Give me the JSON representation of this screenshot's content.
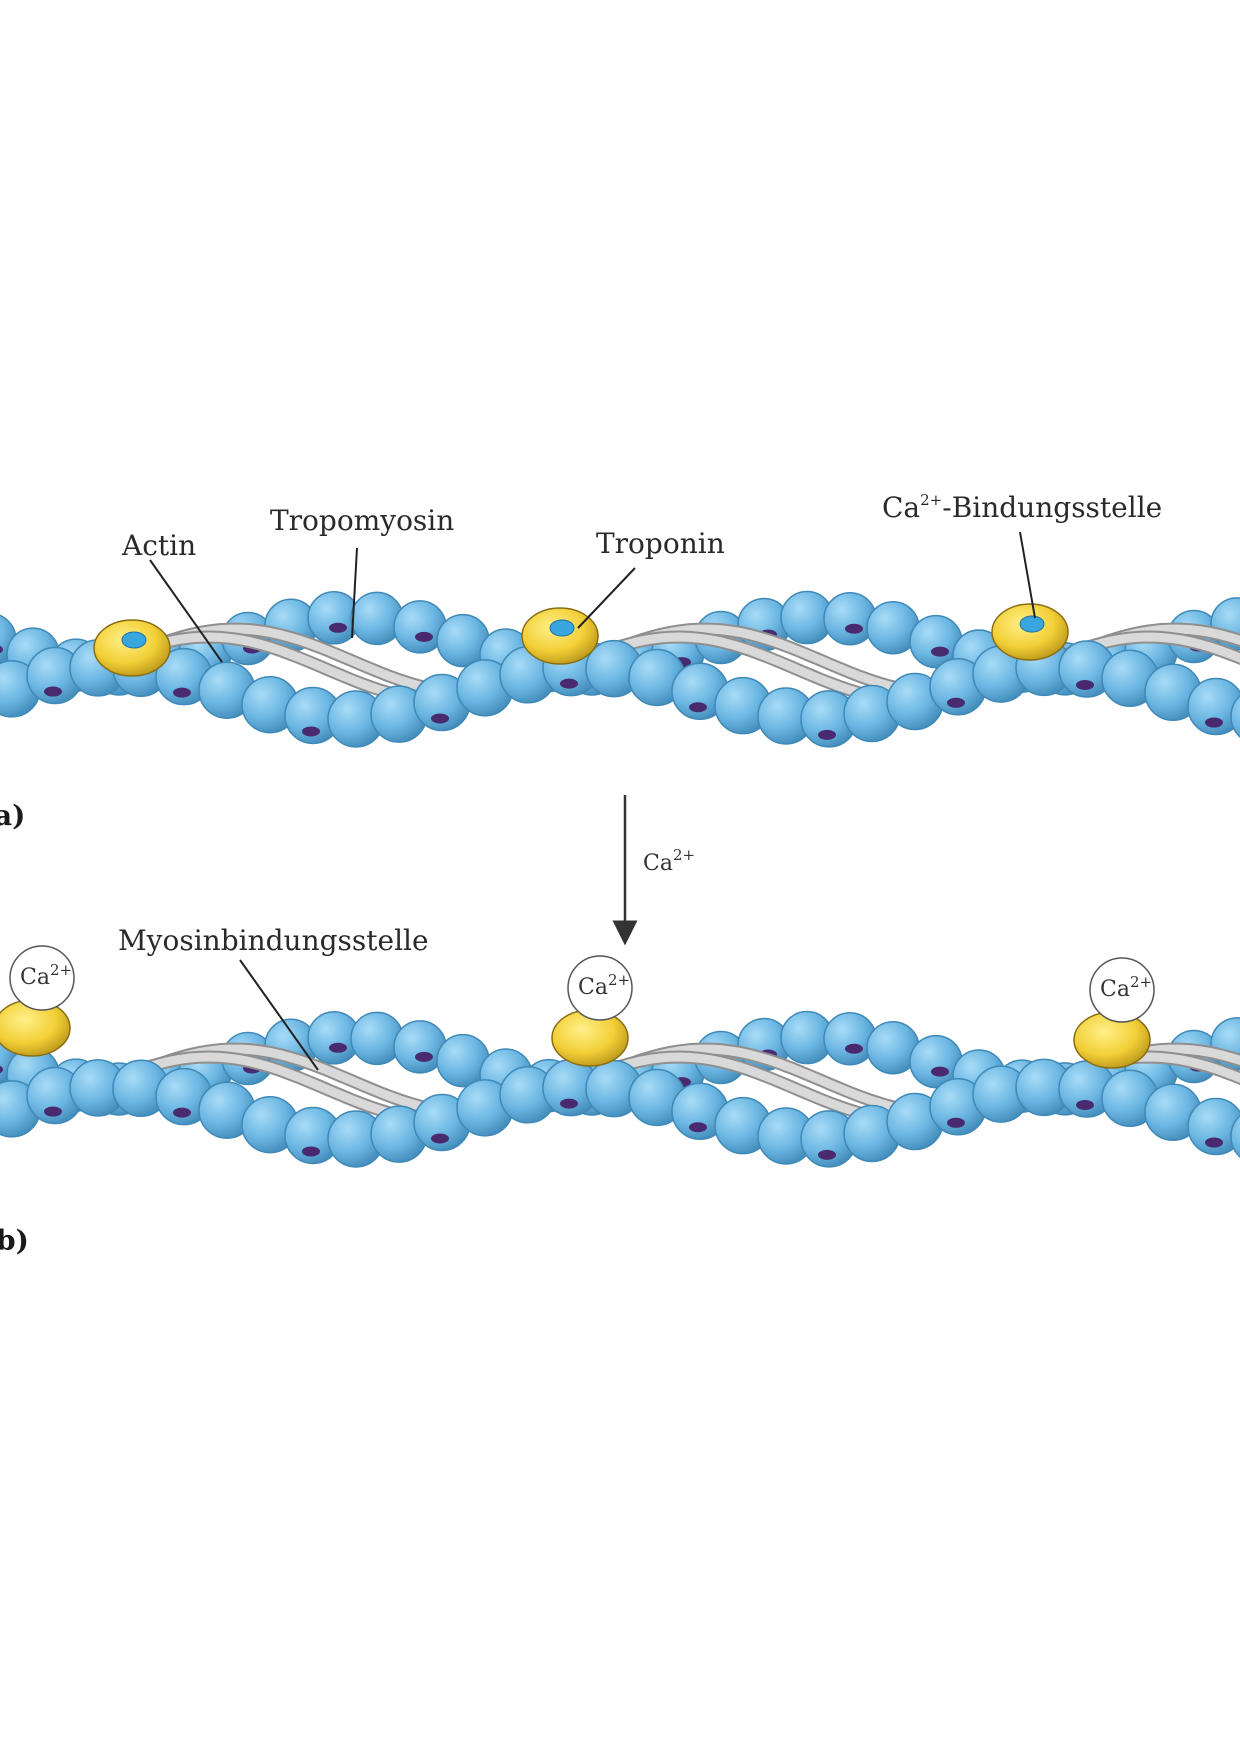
{
  "labels": {
    "actin": "Actin",
    "tropomyosin": "Tropomyosin",
    "troponin": "Troponin",
    "ca_binding_base": "Ca",
    "ca_binding_sup": "2+",
    "ca_binding_rest": "-Bindungsstelle",
    "myosin_binding": "Myosinbindungsstelle"
  },
  "panels": {
    "a": "a)",
    "b": "b)"
  },
  "arrow": {
    "ion_base": "Ca",
    "ion_sup": "2+"
  },
  "ion_ball": {
    "base": "Ca",
    "sup": "2+"
  },
  "colors": {
    "actin": "#6cb7e3",
    "actin_edge": "#3f89b8",
    "myosin_site": "#4a2a6e",
    "tropomyosin": "#d9d9d9",
    "tropomyosin_edge": "#8f8f8f",
    "troponin": "#f2cf36",
    "troponin_site": "#3aa6e0",
    "ca_ball": "#ffffff"
  }
}
